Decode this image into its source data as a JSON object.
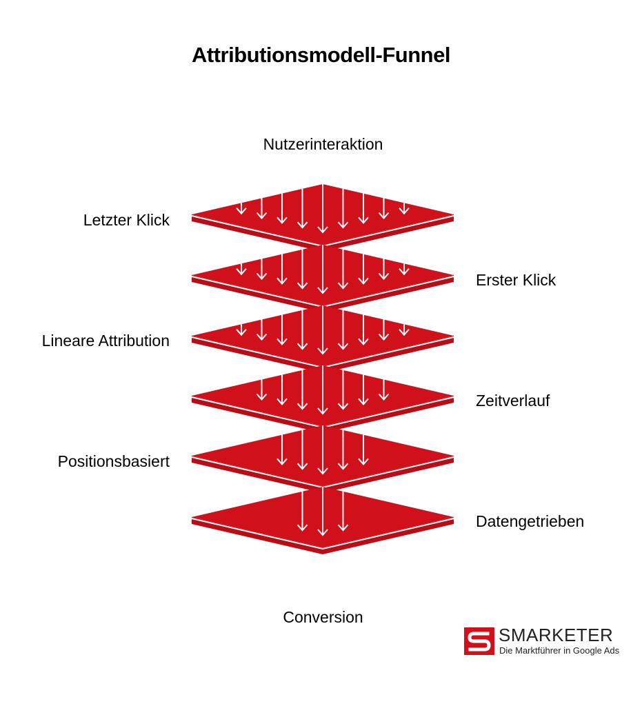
{
  "title": "Attributionsmodell-Funnel",
  "top_label": "Nutzerinteraktion",
  "bottom_label": "Conversion",
  "colors": {
    "layer_fill": "#d0111b",
    "layer_side": "#b80d16",
    "arrow": "#ffffff",
    "text": "#000000"
  },
  "layers": [
    {
      "label": "Letzter Klick",
      "side": "left",
      "arrow_count": 9
    },
    {
      "label": "Erster Klick",
      "side": "right",
      "arrow_count": 9
    },
    {
      "label": "Lineare Attribution",
      "side": "left",
      "arrow_count": 9
    },
    {
      "label": "Zeitverlauf",
      "side": "right",
      "arrow_count": 7
    },
    {
      "label": "Positionsbasiert",
      "side": "left",
      "arrow_count": 5
    },
    {
      "label": "Datengetrieben",
      "side": "right",
      "arrow_count": 3
    }
  ],
  "logo": {
    "name": "SMARKETER",
    "tagline": "Die Marktführer in Google Ads"
  }
}
